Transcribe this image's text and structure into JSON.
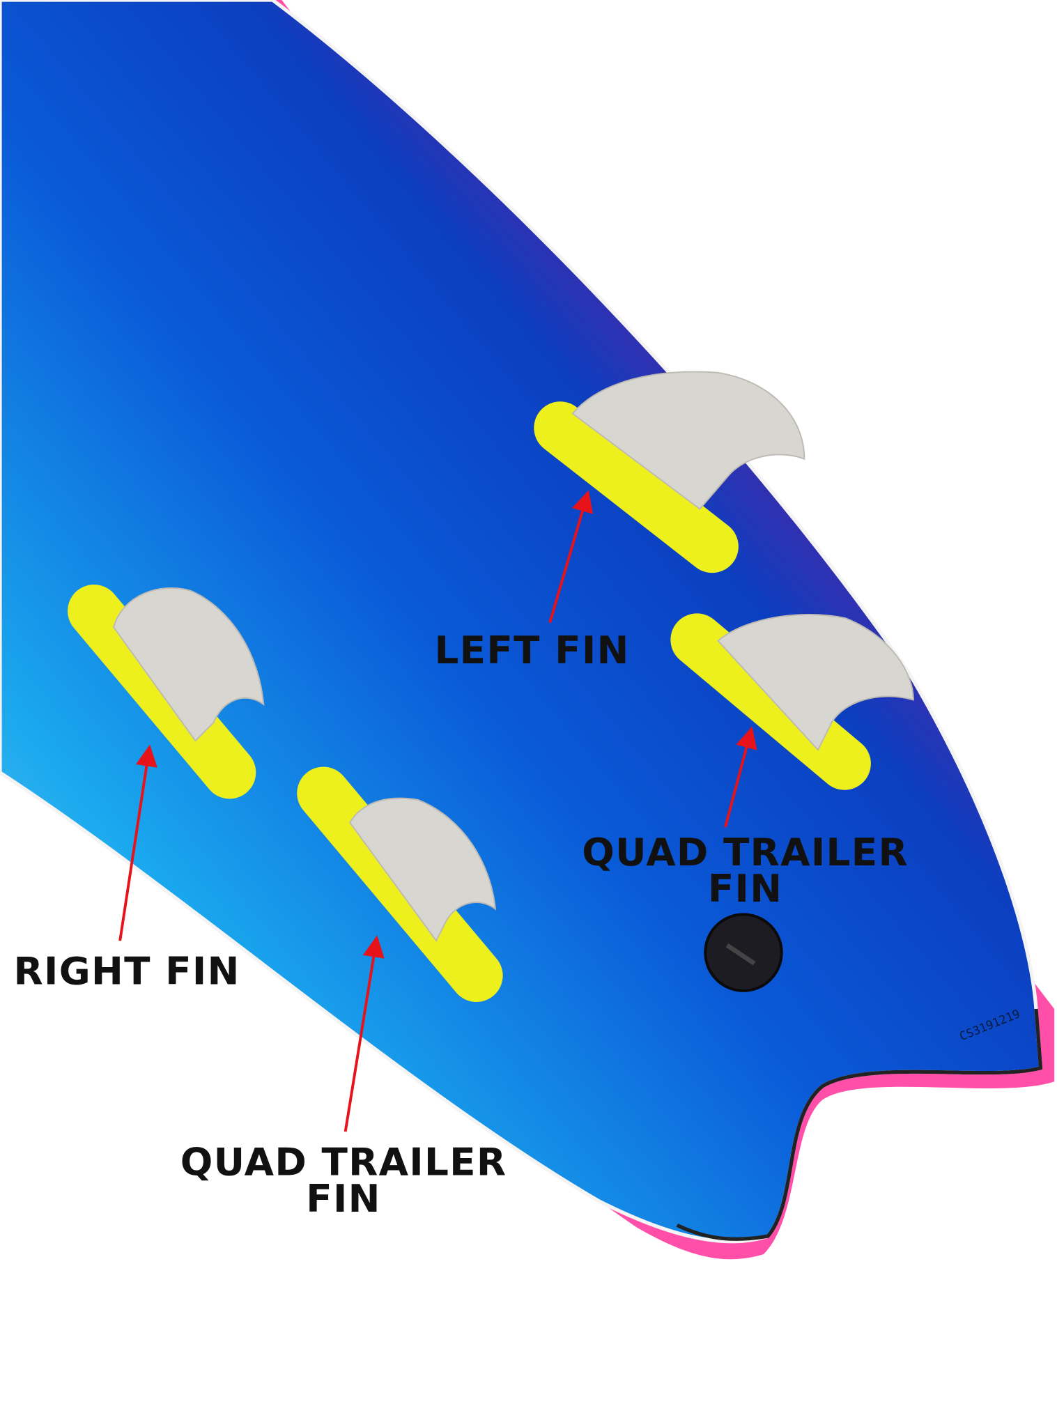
{
  "labels": {
    "left_fin": "LEFT FIN",
    "quad_trailer_right_line1": "QUAD TRAILER",
    "quad_trailer_right_line2": "FIN",
    "right_fin": "RIGHT FIN",
    "quad_trailer_left_line1": "QUAD TRAILER",
    "quad_trailer_left_line2": "FIN"
  },
  "serial_number": "CS3191219",
  "colors": {
    "deck_blue": "#0a4fd6",
    "deck_cyan": "#2bb6f0",
    "deck_magenta": "#c4004f",
    "rail_pink": "#ff4fa8",
    "fin_plate": "#eef01e",
    "fin": "#d8d6d0",
    "arrow": "#e8121a"
  }
}
